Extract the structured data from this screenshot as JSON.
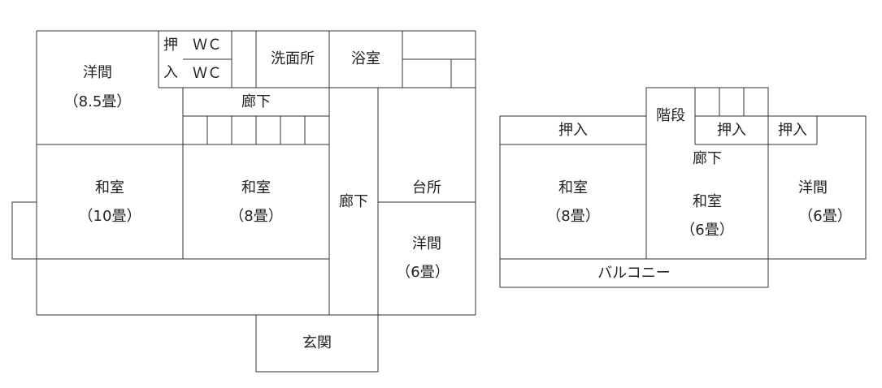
{
  "labels": {
    "western_room": "洋間",
    "size_8_5": "（8.5畳）",
    "closet": "押入",
    "closet_1": "押",
    "closet_2": "入",
    "wc": "ＷＣ",
    "washroom": "洗面所",
    "bathroom": "浴室",
    "corridor": "廊下",
    "japanese_room": "和室",
    "size_10": "（10畳）",
    "size_8": "（8畳）",
    "size_6": "（6畳）",
    "kitchen": "台所",
    "entrance": "玄関",
    "stairs": "階段",
    "balcony": "バルコニー"
  }
}
